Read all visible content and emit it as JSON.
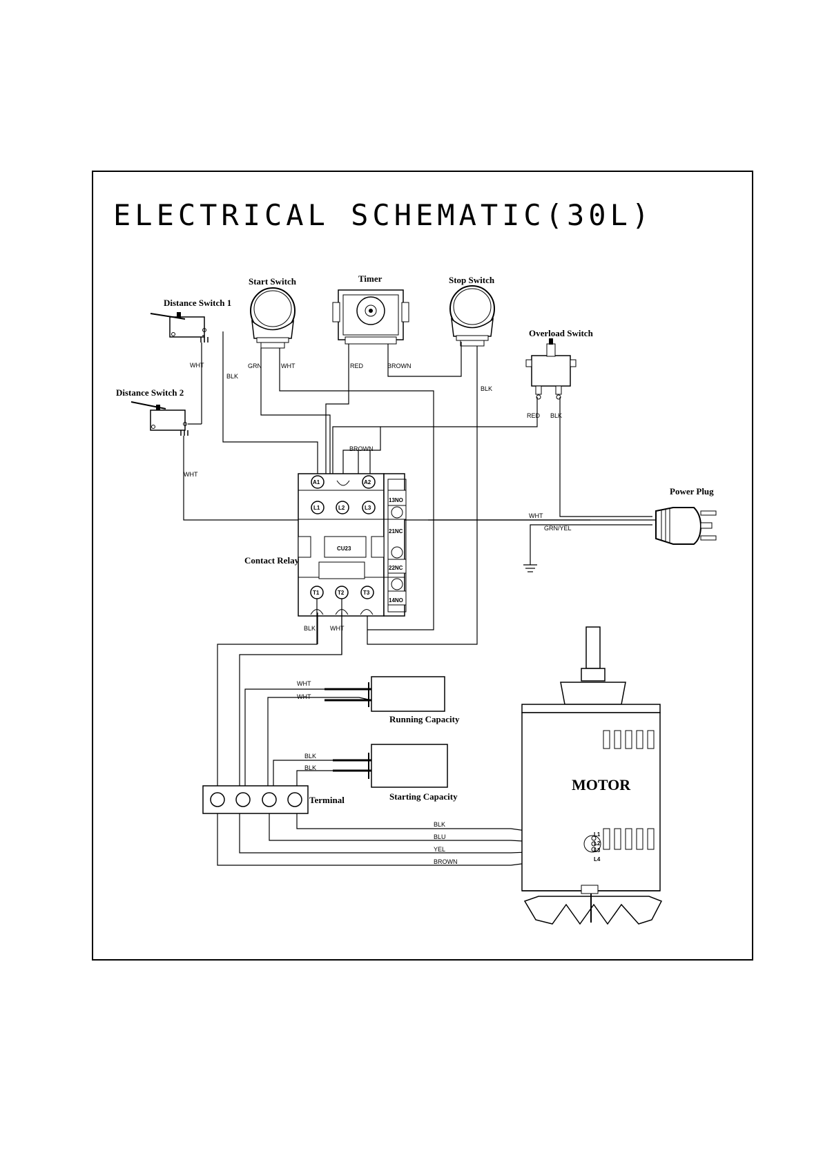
{
  "title": "ELECTRICAL SCHEMATIC(30L)",
  "components": {
    "start_switch": "Start Switch",
    "timer": "Timer",
    "stop_switch": "Stop Switch",
    "distance_switch_1": "Distance Switch 1",
    "distance_switch_2": "Distance Switch 2",
    "overload_switch": "Overload Switch",
    "power_plug": "Power Plug",
    "contact_relay": "Contact Relay",
    "relay_model": "CU23",
    "running_capacity": "Running Capacity",
    "starting_capacity": "Starting Capacity",
    "terminal": "Terminal",
    "motor": "MOTOR"
  },
  "relay_terminals": {
    "a1": "A1",
    "a2": "A2",
    "l1": "L1",
    "l2": "L2",
    "l3": "L3",
    "t1": "T1",
    "t2": "T2",
    "t3": "T3",
    "nc13": "13NO",
    "nc21": "21NC",
    "nc22": "22NC",
    "no14": "14NO"
  },
  "motor_leads": {
    "l1": "L1",
    "l2": "L2",
    "l3": "L3",
    "l4": "L4"
  },
  "wires": {
    "wht": "WHT",
    "blk": "BLK",
    "grn": "GRN",
    "red": "RED",
    "brown": "BROWN",
    "blu": "BLU",
    "yel": "YEL",
    "grn_yel": "GRN/YEL"
  }
}
